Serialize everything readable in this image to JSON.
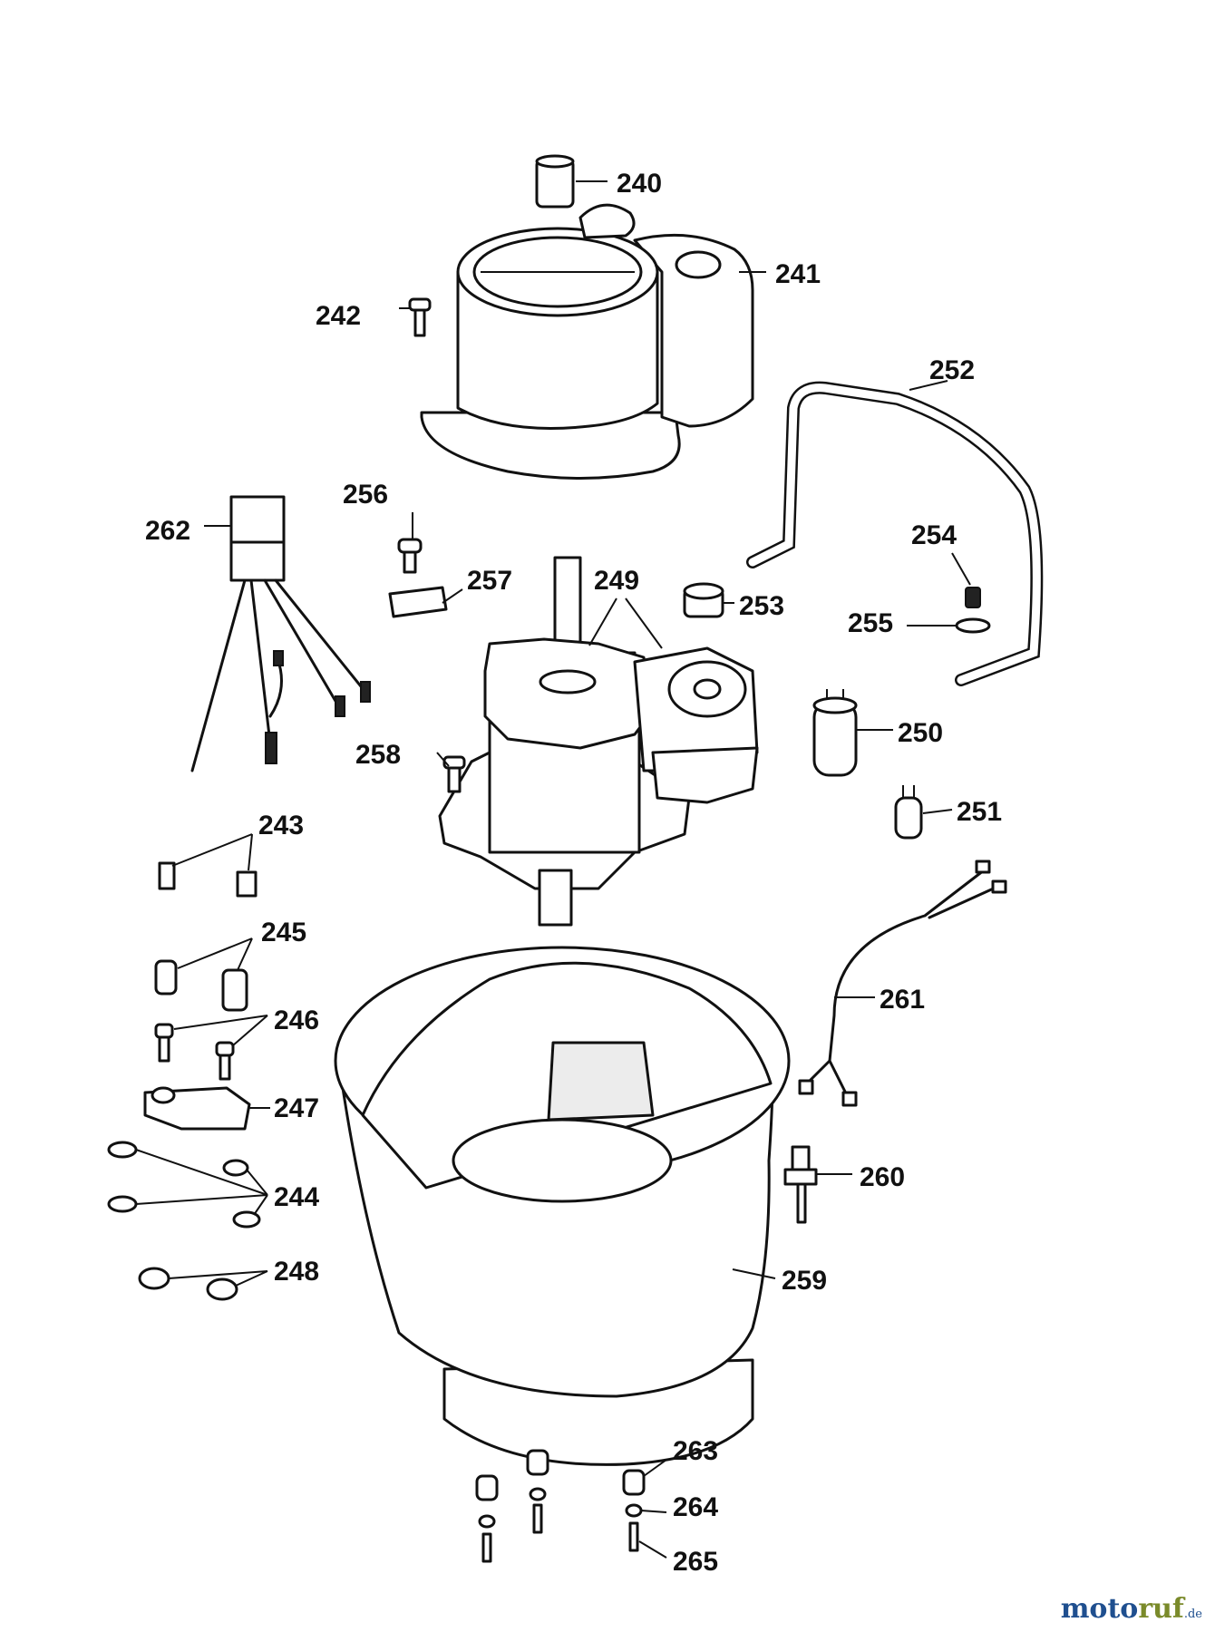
{
  "labels": {
    "p240": "240",
    "p241": "241",
    "p242": "242",
    "p243": "243",
    "p244": "244",
    "p245": "245",
    "p246": "246",
    "p247": "247",
    "p248": "248",
    "p249": "249",
    "p250": "250",
    "p251": "251",
    "p252": "252",
    "p253": "253",
    "p254": "254",
    "p255": "255",
    "p256": "256",
    "p257": "257",
    "p258": "258",
    "p259": "259",
    "p260": "260",
    "p261": "261",
    "p262": "262",
    "p263": "263",
    "p264": "264",
    "p265": "265"
  },
  "watermark": {
    "part1": "moto",
    "part2": "ruf",
    "suffix": ".de"
  },
  "colors": {
    "line": "#111111",
    "background": "#ffffff",
    "brand_blue": "#1f4f8f",
    "brand_green": "#7a8a2a"
  }
}
